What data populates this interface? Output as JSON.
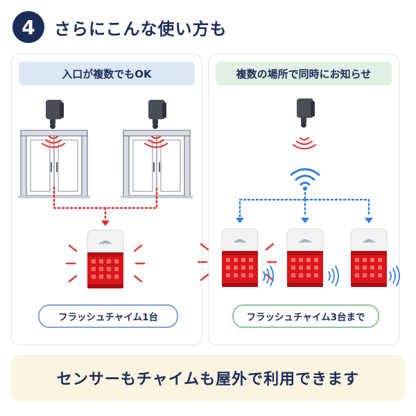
{
  "header": {
    "number": "4",
    "title": "さらにこんな使い方も"
  },
  "left_panel": {
    "heading": "入口が複数でもOK",
    "caption": "フラッシュチャイム1台"
  },
  "right_panel": {
    "heading": "複数の場所で同時にお知らせ",
    "caption": "フラッシュチャイム3台まで"
  },
  "footer": {
    "text": "センサーもチャイムも屋外で利用できます"
  },
  "colors": {
    "navy": "#1c2c58",
    "red": "#d82020",
    "blue": "#2f7de0",
    "left_head_bg": "#dde8f5",
    "right_head_bg": "#e2f0e4",
    "footer_bg": "#fbf4e1"
  },
  "icons": [
    "motion-sensor-icon",
    "door-icon",
    "flash-chime-icon",
    "wifi-signal-icon",
    "sound-wave-icon"
  ]
}
